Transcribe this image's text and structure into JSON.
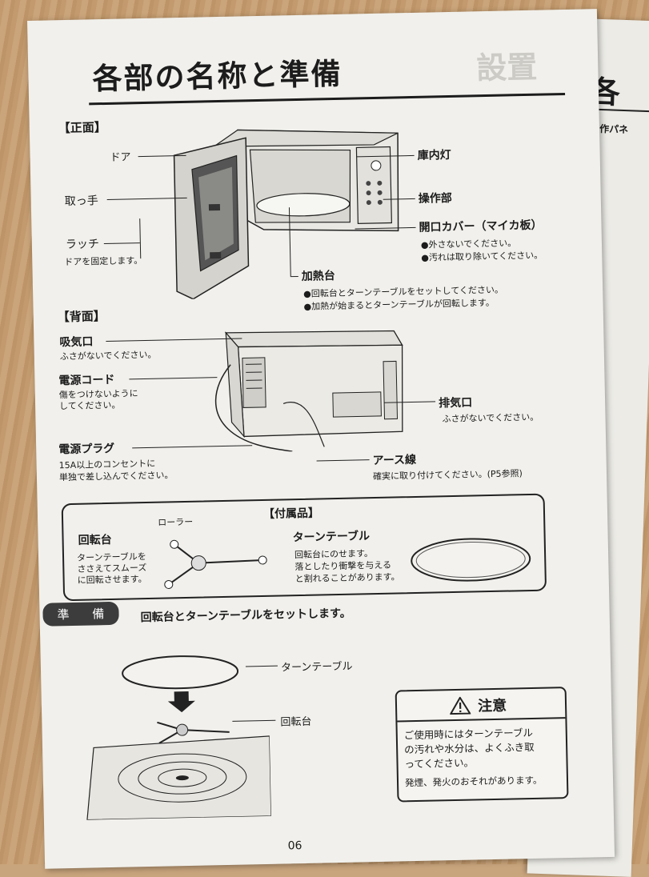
{
  "title": "各部の名称と準備",
  "front": {
    "heading": "【正面】",
    "door": "ドア",
    "handle": "取っ手",
    "latch": "ラッチ",
    "latch_note": "ドアを固定します。",
    "lamp": "庫内灯",
    "control": "操作部",
    "cover": "開口カバー（マイカ板）",
    "cover_note1": "●外さないでください。",
    "cover_note2": "●汚れは取り除いてください。",
    "heater": "加熱台",
    "heater_note1": "●回転台とターンテーブルをセットしてください。",
    "heater_note2": "●加熱が始まるとターンテーブルが回転します。"
  },
  "back": {
    "heading": "【背面】",
    "intake": "吸気口",
    "intake_note": "ふさがないでください。",
    "cord": "電源コード",
    "cord_note1": "傷をつけないように",
    "cord_note2": "してください。",
    "plug": "電源プラグ",
    "plug_note1": "15A以上のコンセントに",
    "plug_note2": "単独で差し込んでください。",
    "exhaust": "排気口",
    "exhaust_note": "ふさがないでください。",
    "ground": "アース線",
    "ground_note": "確実に取り付けてください。(P5参照)"
  },
  "accessories": {
    "heading": "【付属品】",
    "roller": "ローラー",
    "rotator": "回転台",
    "rotator_note1": "ターンテーブルを",
    "rotator_note2": "ささえてスムーズ",
    "rotator_note3": "に回転させます。",
    "turntable": "ターンテーブル",
    "turntable_note1": "回転台にのせます。",
    "turntable_note2": "落としたり衝撃を与える",
    "turntable_note3": "と割れることがあります。"
  },
  "prep": {
    "badge": "準 備",
    "instruction": "回転台とターンテーブルをセットします。",
    "turntable": "ターンテーブル",
    "rotator": "回転台"
  },
  "caution": {
    "heading": "注意",
    "text1": "ご使用時にはターンテーブル",
    "text2": "の汚れや水分は、よくふき取",
    "text3": "ってください。",
    "text4": "発煙、発火のおそれがあります。"
  },
  "page_number": "06",
  "next_page": {
    "title": "各",
    "sub": "操作パネ"
  }
}
